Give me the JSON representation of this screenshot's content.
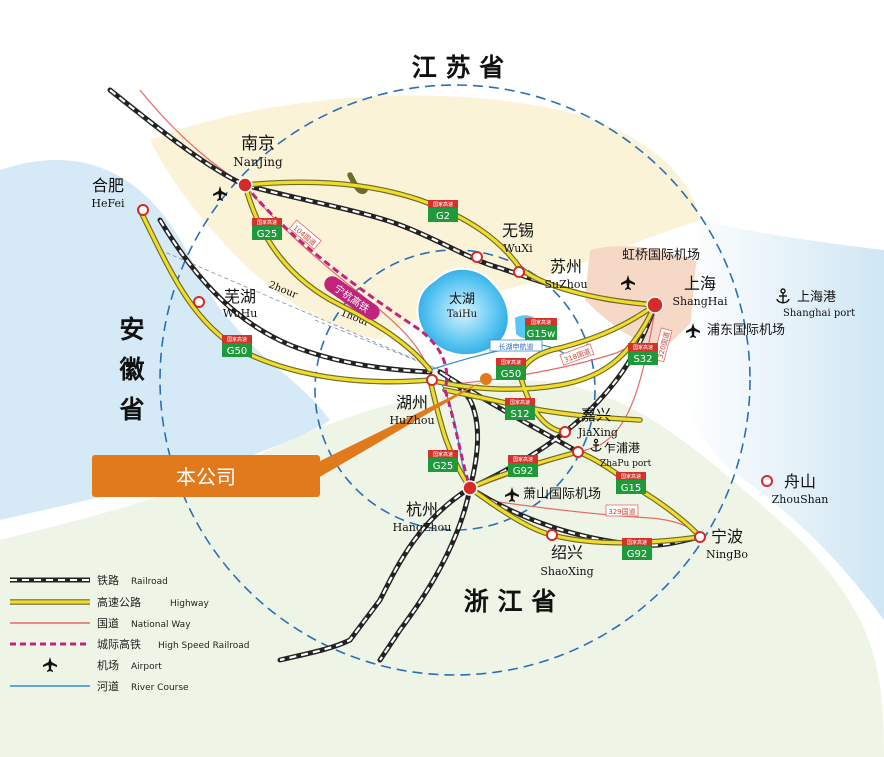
{
  "provinces": {
    "jiangsu": "江 苏 省",
    "anhui": [
      "安",
      "徽",
      "省"
    ],
    "zhejiang": "浙 江 省"
  },
  "cities": {
    "nanjing": {
      "cn": "南京",
      "en": "NanJing"
    },
    "hefei": {
      "cn": "合肥",
      "en": "HeFei"
    },
    "wuxi": {
      "cn": "无锡",
      "en": "WuXi"
    },
    "suzhou": {
      "cn": "苏州",
      "en": "SuZhou"
    },
    "shanghai": {
      "cn": "上海",
      "en": "ShangHai"
    },
    "wuhu": {
      "cn": "芜湖",
      "en": "WuHu"
    },
    "huzhou": {
      "cn": "湖州",
      "en": "HuZhou"
    },
    "jiaxing": {
      "cn": "嘉兴",
      "en": "JiaXing"
    },
    "hangzhou": {
      "cn": "杭州",
      "en": "HangZhou"
    },
    "shaoxing": {
      "cn": "绍兴",
      "en": "ShaoXing"
    },
    "ningbo": {
      "cn": "宁波",
      "en": "NingBo"
    },
    "zhoushan": {
      "cn": "舟山",
      "en": "ZhouShan"
    }
  },
  "lake": {
    "cn": "太湖",
    "en": "TaiHu"
  },
  "places": {
    "hongqiao": "虹桥国际机场",
    "pudong": "浦东国际机场",
    "xiaoshan": "萧山国际机场",
    "shanghai_port_cn": "上海港",
    "shanghai_port_en": "Shanghai port",
    "zhapu_cn": "乍浦港",
    "zhapu_en": "ZhaPu port"
  },
  "highways": {
    "shield_top": "国家高速",
    "g2": "G2",
    "g25_north": "G25",
    "g50_west": "G50",
    "g15w": "G15w",
    "g50_east": "G50",
    "s32": "S32",
    "s12": "S12",
    "g25_south": "G25",
    "g92_north": "G92",
    "g15": "G15",
    "g92_south": "G92"
  },
  "road_labels": {
    "national_104": "104国道",
    "national_318": "318国道",
    "national_320": "320国道",
    "national_329": "329国道",
    "waterway": "长湖申航道",
    "hsr_name": "宁杭高铁",
    "two_hour": "2hour",
    "one_hour": "1hour"
  },
  "company_label": "本公司",
  "legend": [
    {
      "cn": "铁路",
      "en": "Railroad"
    },
    {
      "cn": "高速公路",
      "en": "Highway"
    },
    {
      "cn": "国道",
      "en": "National Way"
    },
    {
      "cn": "城际高铁",
      "en": "High Speed Railroad"
    },
    {
      "cn": "机场",
      "en": "Airport"
    },
    {
      "cn": "河道",
      "en": "River Course"
    }
  ],
  "colors": {
    "highway": "#e8d21e",
    "railroad": "#222222",
    "national_way": "#e76a6a",
    "hsr": "#c0247c",
    "river": "#2f8fd5",
    "circle": "#2a6fb8",
    "company": "#e07a1c",
    "shield_green": "#1f9a3b",
    "shield_red": "#d4332b",
    "lake": "#1aa6e6",
    "city_dot": "#d42a2a"
  }
}
